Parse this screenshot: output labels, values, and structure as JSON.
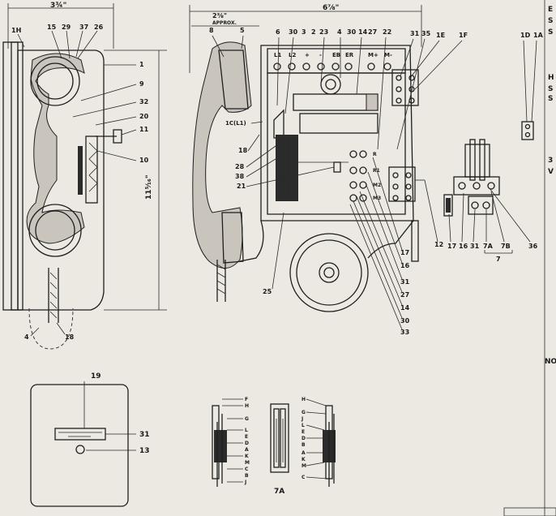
{
  "dims": {
    "side_width": "3¾\"",
    "front_width": "6⅞\"",
    "handset_depth": "2⅜\"",
    "handset_depth_note": "APPROX.",
    "height": "11⁵⁄₁₆\""
  },
  "side_view": {
    "callouts_top": [
      "1H",
      "15",
      "29",
      "37",
      "26"
    ],
    "callouts_right": [
      "1",
      "9",
      "32",
      "20",
      "11",
      "10"
    ],
    "callouts_bottom": [
      "4",
      "18"
    ]
  },
  "front_view": {
    "callouts_top": [
      "8",
      "5",
      "6",
      "30",
      "3",
      "2",
      "23",
      "4",
      "30",
      "14",
      "27",
      "22"
    ],
    "terminal_labels": [
      "L1",
      "L2",
      "+",
      "-",
      "EB",
      "ER",
      "M+",
      "M-"
    ],
    "callouts_left": [
      "1C(L1)",
      "18",
      "28",
      "38",
      "21"
    ],
    "callouts_right_top": [
      "31",
      "35",
      "1E",
      "1F"
    ],
    "coil_labels": [
      "R",
      "R1",
      "M2",
      "M3"
    ],
    "callouts_right_side": [
      "12",
      "17",
      "16",
      "31",
      "27",
      "14",
      "30",
      "33"
    ],
    "callout_bottom": "25"
  },
  "detail_view": {
    "callouts_top": [
      "1D",
      "1A"
    ],
    "callouts_bottom": [
      "17",
      "16",
      "31",
      "7A",
      "7B",
      "36"
    ],
    "group_label": "7"
  },
  "label_plate": {
    "callouts": [
      "19",
      "31",
      "13"
    ]
  },
  "spring_views": {
    "left_letters": [
      "F",
      "H",
      "G",
      "L",
      "E",
      "D",
      "A",
      "K",
      "M",
      "C",
      "B",
      "J"
    ],
    "right_letters": [
      "H",
      "G",
      "J",
      "L",
      "E",
      "D",
      "B",
      "A",
      "K",
      "M",
      "C"
    ],
    "caption": "7A"
  },
  "edge_text": {
    "right_top": [
      "E",
      "S",
      "S"
    ],
    "right_mid1": [
      "H",
      "S",
      "S"
    ],
    "right_mid2": [
      "3",
      "V"
    ],
    "right_low": "NO"
  }
}
